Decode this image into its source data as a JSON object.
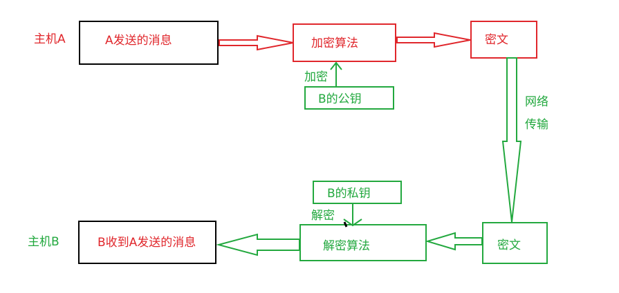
{
  "colors": {
    "red": "#e0262b",
    "green": "#22a83e",
    "black": "#000000"
  },
  "host_a": {
    "label": "主机A",
    "message_box": "A发送的消息",
    "encrypt_box": "加密算法",
    "encrypt_label": "加密",
    "public_key_box": "B的公钥",
    "cipher_box": "密文"
  },
  "network": {
    "line1": "网络",
    "line2": "传输"
  },
  "host_b": {
    "label": "主机B",
    "message_box": "B收到A发送的消息",
    "decrypt_box": "解密算法",
    "decrypt_label": "解密",
    "private_key_box": "B的私钥",
    "cipher_box": "密文"
  }
}
